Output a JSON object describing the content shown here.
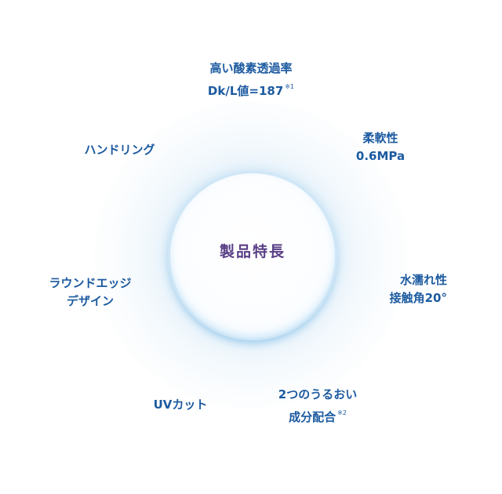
{
  "center": {
    "label": "製品特長"
  },
  "features": {
    "oxygen": {
      "line1": "高い酸素透過率",
      "line2": "Dk/L値=187",
      "note": "※1"
    },
    "flexibility": {
      "line1": "柔軟性",
      "line2": "0.6MPa"
    },
    "wettability": {
      "line1": "水濡れ性",
      "line2": "接触角20°"
    },
    "moisture": {
      "line1": "2つのうるおい",
      "line2": "成分配合",
      "note": "※2"
    },
    "uv": {
      "line1": "UVカット"
    },
    "round_edge": {
      "line1": "ラウンドエッジ",
      "line2": "デザイン"
    },
    "handling": {
      "line1": "ハンドリング"
    }
  },
  "colors": {
    "feature_text": "#1c5aa0",
    "center_text": "#5a3f86",
    "circle_border": "#cfe6f6",
    "glow": "#cde6f6"
  }
}
